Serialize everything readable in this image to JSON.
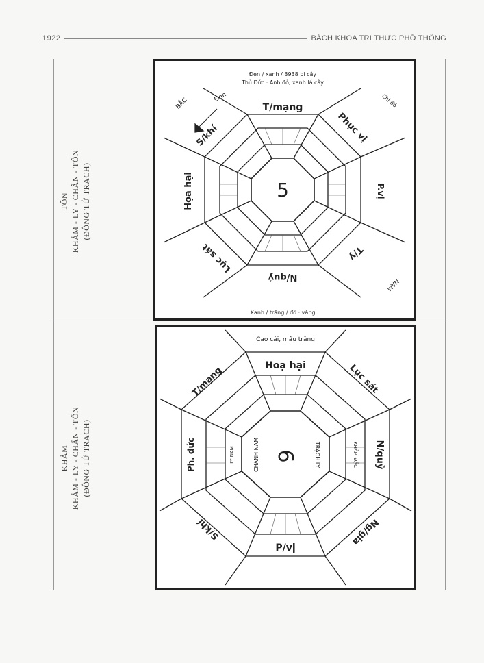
{
  "header": {
    "page_number": "1922",
    "book_title": "BÁCH KHOA TRI THỨC PHỔ THÔNG"
  },
  "top_panel": {
    "label_lines": [
      "TỐN",
      "KHẢM - LY - CHẤN - TỐN",
      "(ĐÔNG TỨ TRẠCH)"
    ],
    "diagram": {
      "center_number": "5",
      "top_note_1": "Đen / xanh / 3938 pi cây",
      "top_note_2": "Thủ Đức · Anh đỏ, xanh lá cây",
      "bottom_note": "Xanh / trắng / đỏ · vàng",
      "sectors": {
        "top": "T/mạng",
        "top_right": "Phục vị",
        "right": "P.vị",
        "bottom_right": "T/y",
        "bottom": "N/quỷ",
        "bottom_left": "Lục sát",
        "left": "Họa hại",
        "top_left": "S/khí"
      },
      "corner_top_left": "BẮC",
      "corner_top_left_2": "Đen",
      "corner_top_right": "Chi đỏ",
      "corner_bottom_right": "NAM"
    }
  },
  "bottom_panel": {
    "label_lines": [
      "KHẢM",
      "KHẢM - LY - CHẤN - TỐN",
      "(ĐÔNG TỨ TRẠCH)"
    ],
    "diagram": {
      "center_number": "6",
      "inner_1": "CHÁNH NAM",
      "inner_2": "TRẠCH LY",
      "inner_3": "KHẢM ĐẶC",
      "inner_4": "LY NAM",
      "top_note": "Cao cải, mầu trắng",
      "sectors": {
        "top": "Hoạ hại",
        "top_right": "Lục sát",
        "right": "N/quỷ",
        "bottom_right": "Ng/gia",
        "bottom": "P/vị",
        "bottom_left": "S/khí",
        "left": "Ph. đức",
        "top_left": "T/mạng"
      }
    }
  }
}
